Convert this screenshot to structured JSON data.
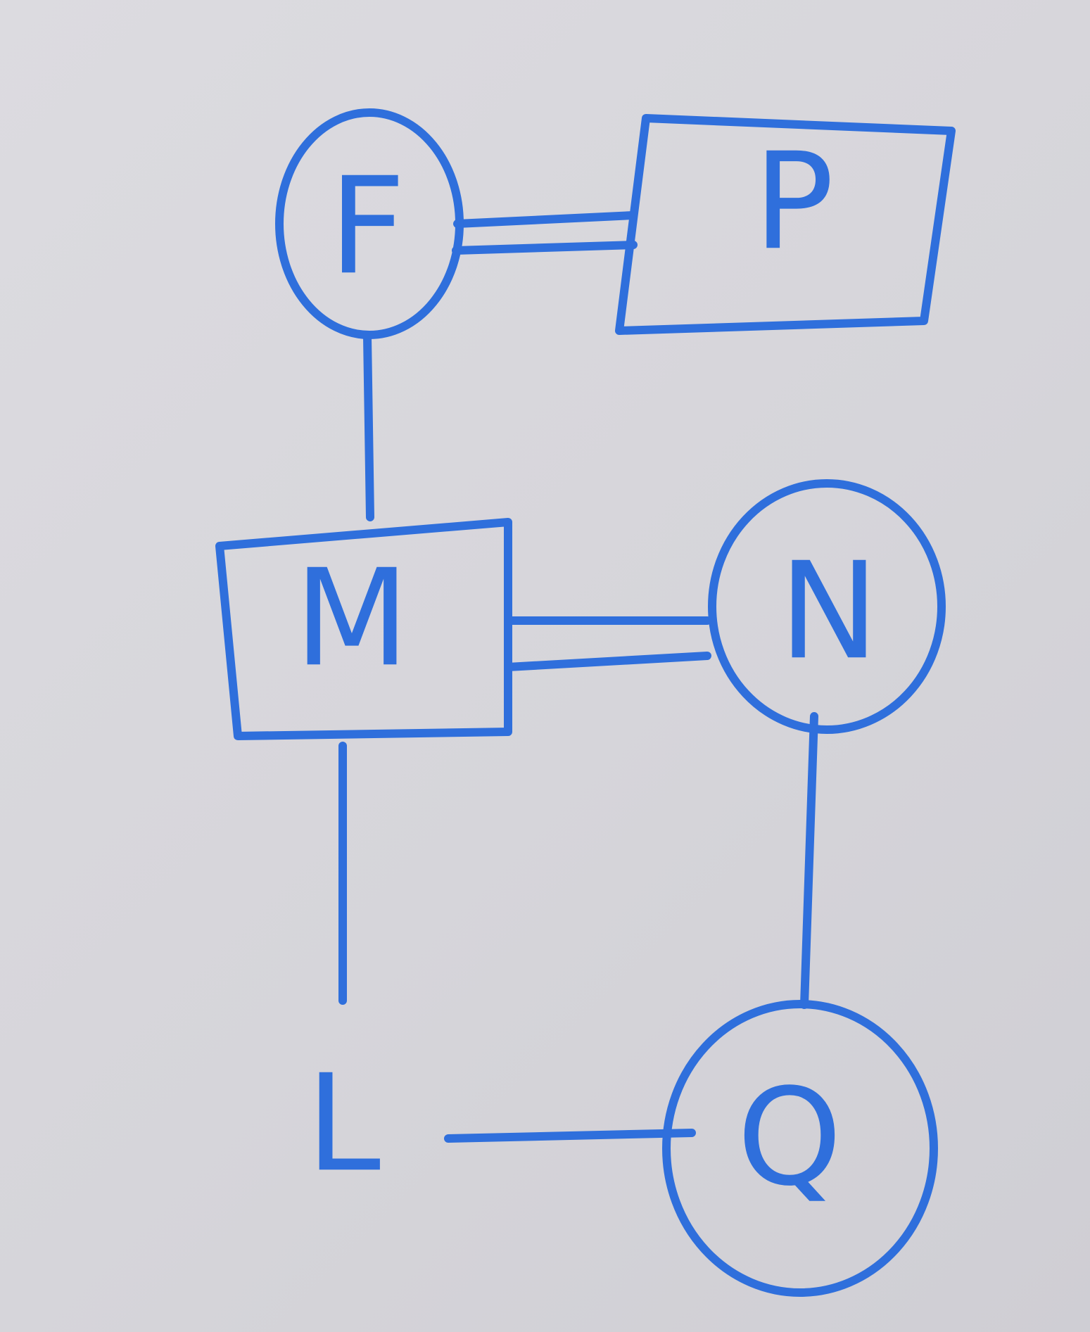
{
  "style": {
    "ink_color": "#2f6fdc",
    "paper_color": "#d9d8dc"
  },
  "diagram": {
    "nodes": [
      {
        "id": "F",
        "label": "F",
        "shape": "circle"
      },
      {
        "id": "P",
        "label": "P",
        "shape": "rectangle"
      },
      {
        "id": "M",
        "label": "M",
        "shape": "rectangle"
      },
      {
        "id": "N",
        "label": "N",
        "shape": "circle"
      },
      {
        "id": "Q",
        "label": "Q",
        "shape": "circle"
      },
      {
        "id": "L",
        "label": "L",
        "shape": "none"
      }
    ],
    "edges": [
      {
        "from": "F",
        "to": "P",
        "style": "double"
      },
      {
        "from": "F",
        "to": "M",
        "style": "single"
      },
      {
        "from": "M",
        "to": "N",
        "style": "double"
      },
      {
        "from": "M",
        "to": "L",
        "style": "single"
      },
      {
        "from": "N",
        "to": "Q",
        "style": "single"
      },
      {
        "from": "L",
        "to": "Q",
        "style": "single"
      }
    ]
  }
}
